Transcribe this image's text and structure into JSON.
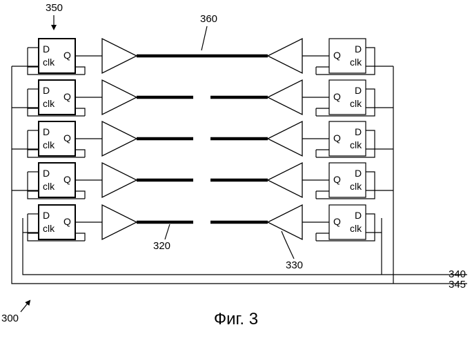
{
  "pins": {
    "d": "D",
    "clk": "clk",
    "q": "Q"
  },
  "references": {
    "device": "300",
    "left_flipflop": "350",
    "full_line": "360",
    "short_line": "320",
    "buffer": "330",
    "signal_a": "340",
    "signal_b": "345"
  },
  "caption": "Фиг. 3"
}
